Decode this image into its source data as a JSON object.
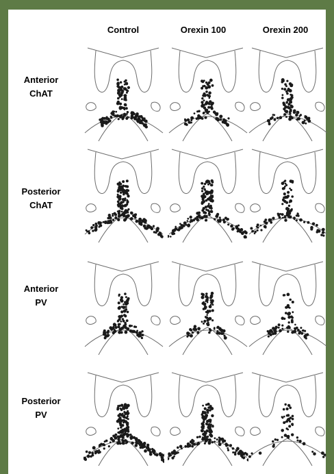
{
  "columns": [
    "Control",
    "Orexin 100",
    "Orexin 200"
  ],
  "rows": [
    {
      "line1": "Anterior",
      "line2": "ChAT"
    },
    {
      "line1": "Posterior",
      "line2": "ChAT"
    },
    {
      "line1": "Anterior",
      "line2": "PV"
    },
    {
      "line1": "Posterior",
      "line2": "PV"
    }
  ],
  "colors": {
    "frame": "#5e7b46",
    "outline": "#6b6b6b",
    "cells": "#1a1a1a"
  }
}
